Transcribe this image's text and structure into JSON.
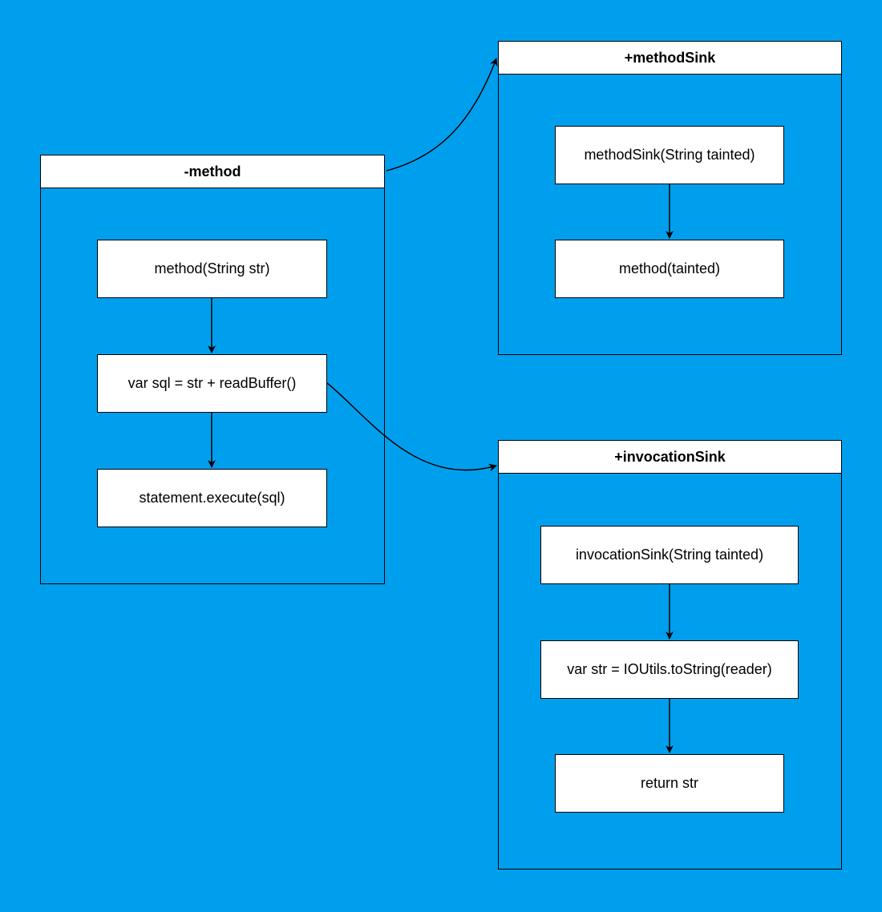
{
  "colors": {
    "background": "#009FEE",
    "node_fill": "#FFFFFF",
    "stroke": "#000000"
  },
  "groups": {
    "method": {
      "title": "-method",
      "nodes": [
        "method(String str)",
        "var sql = str + readBuffer()",
        "statement.execute(sql)"
      ]
    },
    "methodSink": {
      "title": "+methodSink",
      "nodes": [
        "methodSink(String tainted)",
        "method(tainted)"
      ]
    },
    "invocationSink": {
      "title": "+invocationSink",
      "nodes": [
        "invocationSink(String tainted)",
        "var str = IOUtils.toString(reader)",
        "return str"
      ]
    }
  },
  "edges": [
    {
      "from": "method(String str)",
      "to": "var sql = str + readBuffer()"
    },
    {
      "from": "var sql = str + readBuffer()",
      "to": "statement.execute(sql)"
    },
    {
      "from": "methodSink(String tainted)",
      "to": "method(tainted)"
    },
    {
      "from": "invocationSink(String tainted)",
      "to": "var str = IOUtils.toString(reader)"
    },
    {
      "from": "var str = IOUtils.toString(reader)",
      "to": "return str"
    },
    {
      "from": "-method",
      "to": "+methodSink"
    },
    {
      "from": "var sql = str + readBuffer()",
      "to": "+invocationSink"
    }
  ]
}
